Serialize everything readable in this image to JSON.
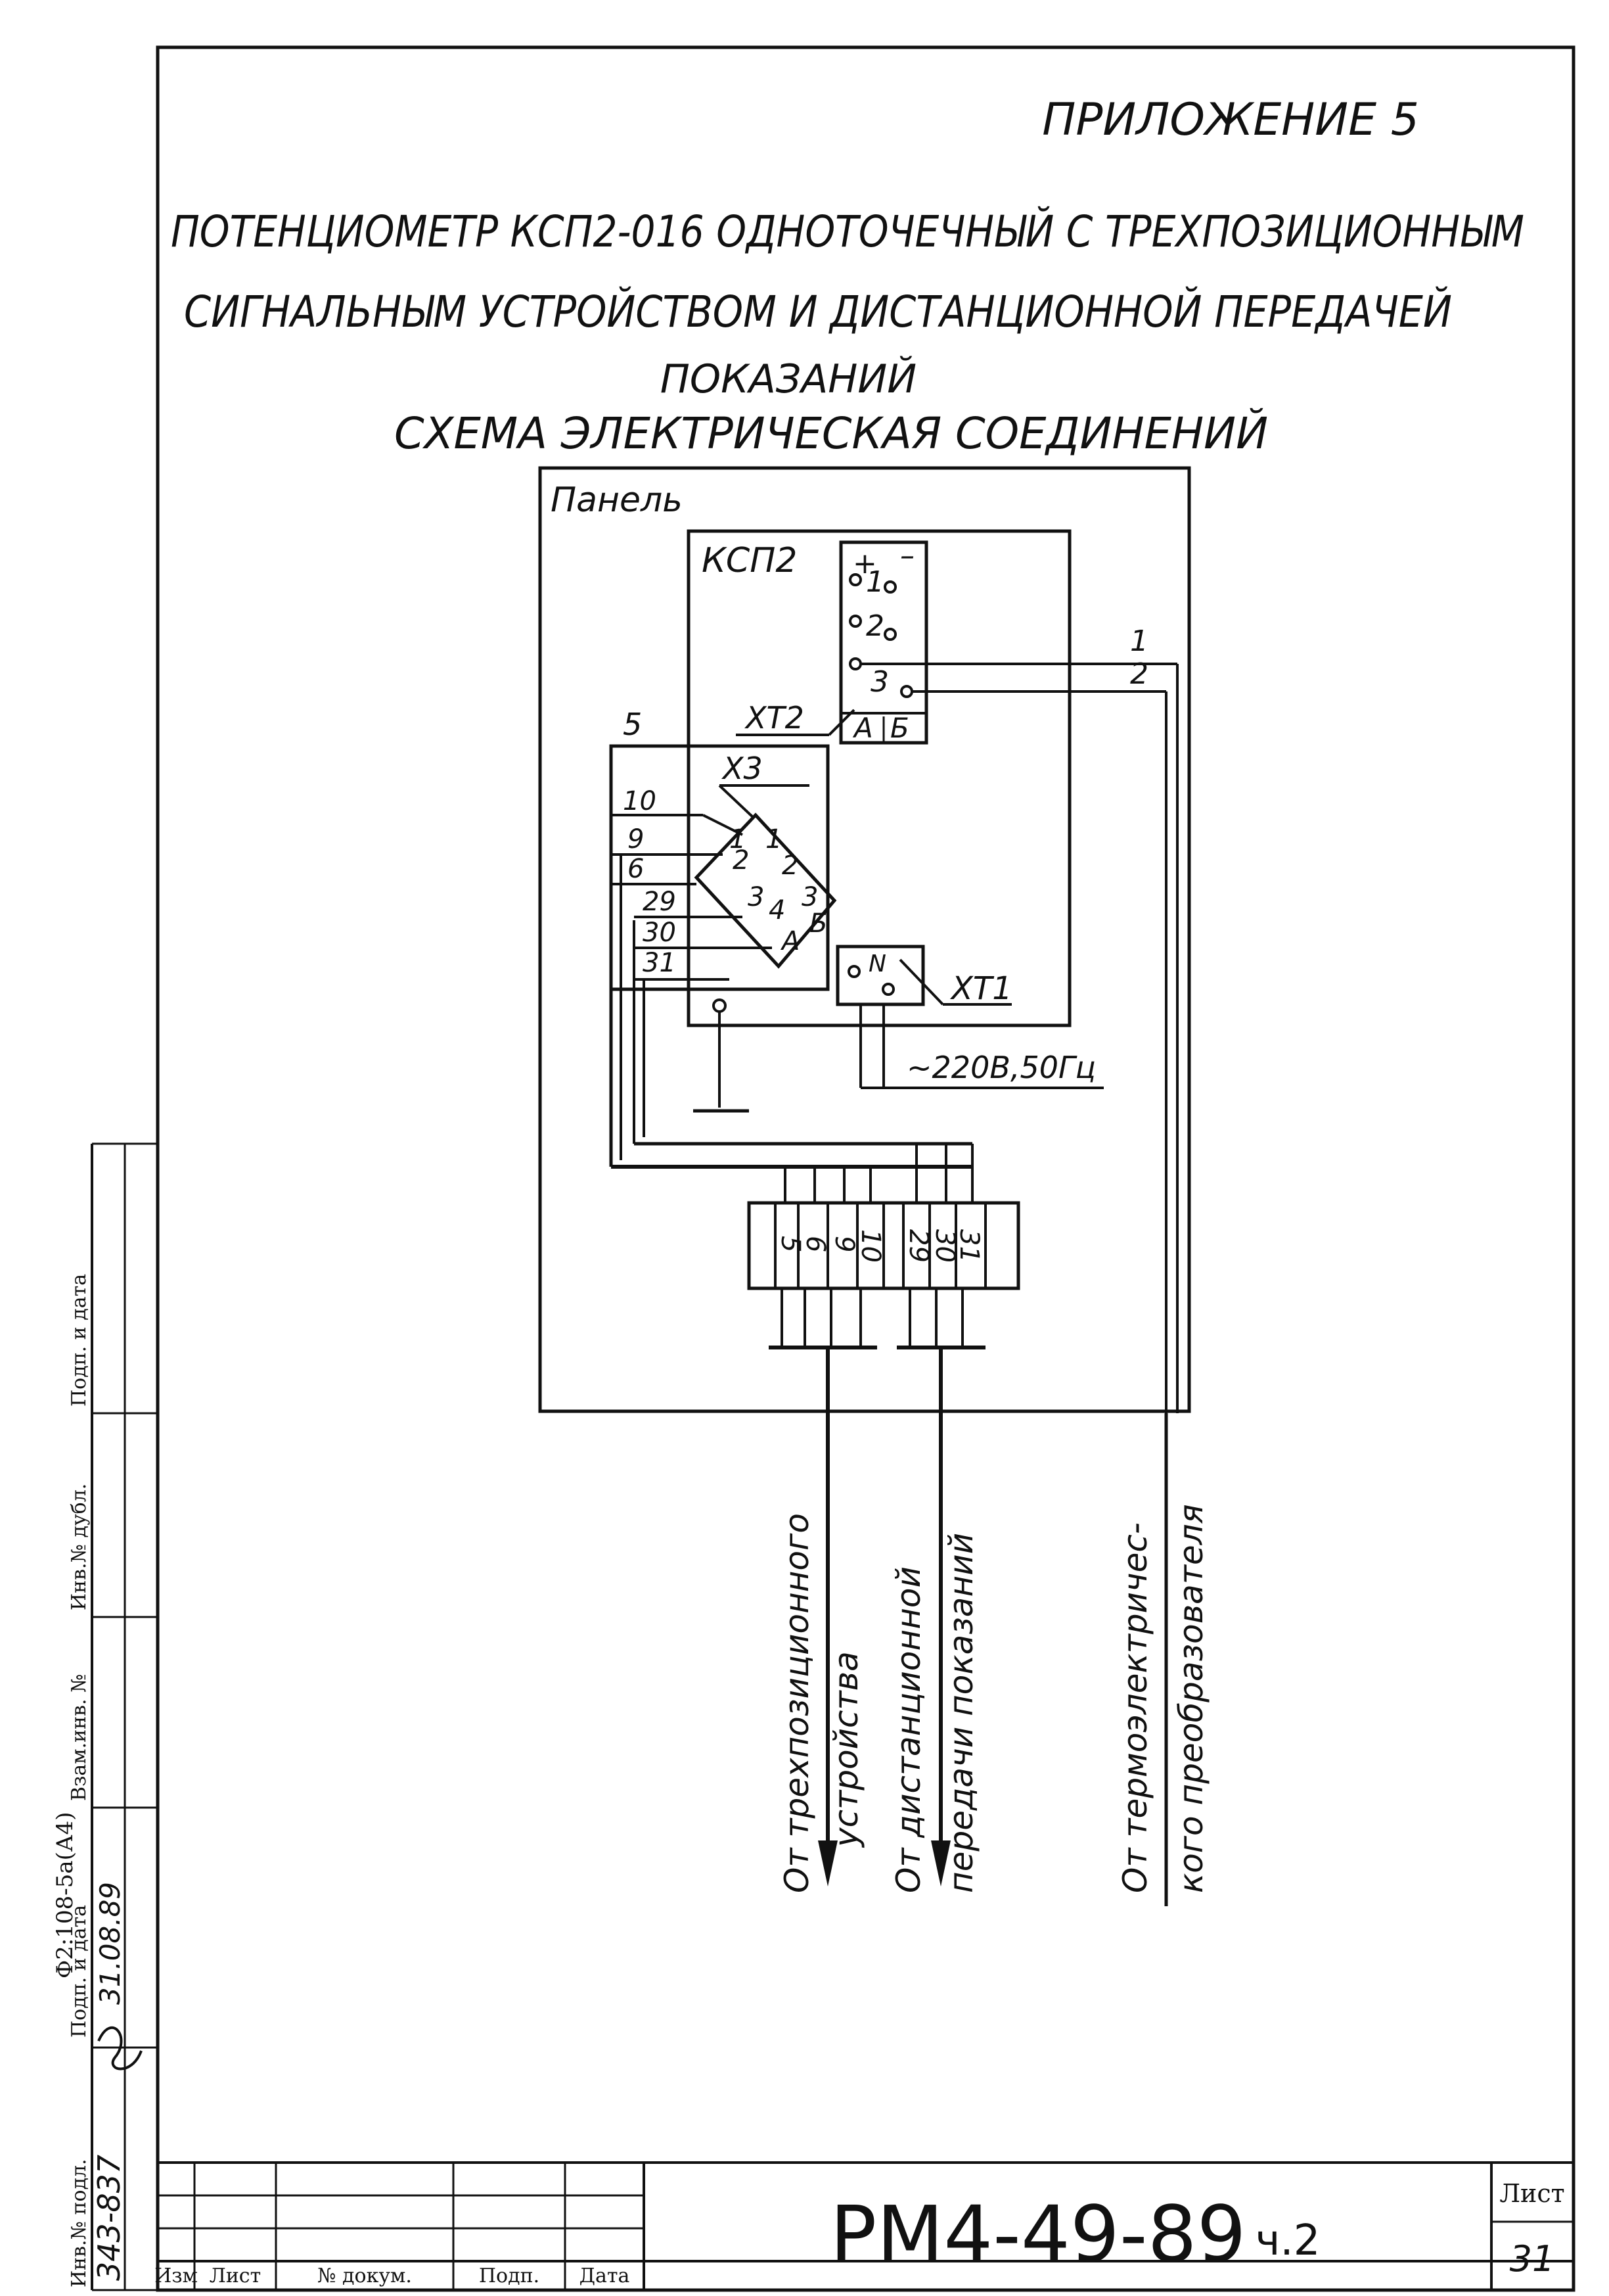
{
  "appendix": "ПРИЛОЖЕНИЕ 5",
  "title": {
    "line1": "ПОТЕНЦИОМЕТР КСП2-016 ОДНОТОЧЕЧНЫЙ С ТРЕХПОЗИЦИОННЫМ",
    "line2": "СИГНАЛЬНЫМ УСТРОЙСТВОМ И ДИСТАНЦИОННОЙ ПЕРЕДАЧЕЙ",
    "line3": "ПОКАЗАНИЙ",
    "subtitle": "СХЕМА ЭЛЕКТРИЧЕСКАЯ СОЕДИНЕНИЙ"
  },
  "diagram": {
    "panel_label": "Панель",
    "device_label": "КСП2",
    "terminal_plus": "+",
    "terminal_minus": "–",
    "terminal_numbers": [
      "1",
      "2",
      "3"
    ],
    "xt2_label": "ХТ2",
    "xt2_contacts": [
      "А",
      "Б"
    ],
    "x3_label": "Х3",
    "x3_pins": [
      "1",
      "2",
      "3",
      "4",
      "А",
      "1",
      "2",
      "3",
      "Б"
    ],
    "xt1_label": "ХТ1",
    "xt1_contact": "N",
    "power_label": "~220В,50Гц",
    "wire_labels_right": [
      "1",
      "2"
    ],
    "wire_label_5": "5",
    "harness_wires": [
      "10",
      "9",
      "6",
      "29",
      "30",
      "31"
    ],
    "terminal_block_group1": [
      "5",
      "6",
      "9",
      "10"
    ],
    "terminal_block_group2": [
      "29",
      "30",
      "31"
    ],
    "sources": [
      {
        "line1": "От трехпозиционного",
        "line2": "устройства"
      },
      {
        "line1": "От дистанционной",
        "line2": "передачи показаний"
      },
      {
        "line1": "От термоэлектричес-",
        "line2": "кого преобразователя"
      }
    ]
  },
  "stamp": {
    "columns": [
      "Изм",
      "Лист",
      "№ докум.",
      "Подп.",
      "Дата"
    ],
    "doc_number": "РМ4-49-89",
    "doc_part": "ч.2",
    "sheet_label": "Лист",
    "sheet_number": "31"
  },
  "side_stamp": {
    "form": "Ф2:108-5а(А4)",
    "fields": [
      "Инв.№ подл.",
      "Подп. и дата",
      "Взам.инв. №",
      "Инв.№ дубл.",
      "Подп. и дата"
    ],
    "inv_value": "343-837",
    "date_value": "31.08.89"
  }
}
